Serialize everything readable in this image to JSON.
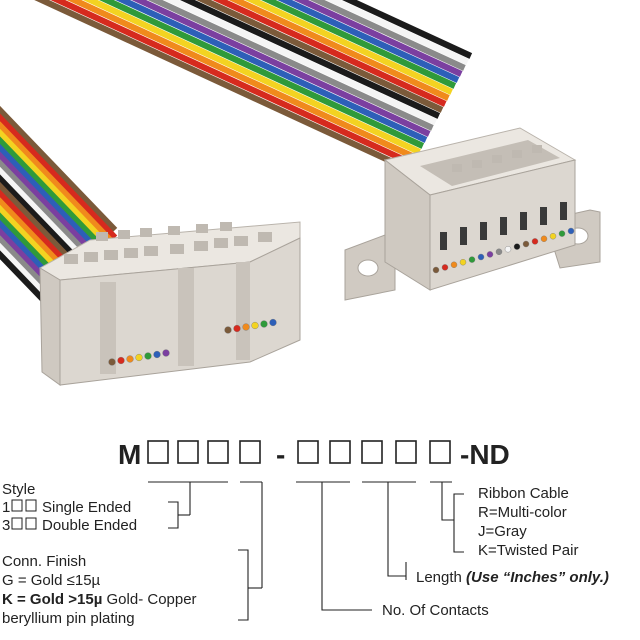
{
  "part_number": {
    "prefix": "M",
    "dash1": "-",
    "suffix": "-ND"
  },
  "style": {
    "heading": "Style",
    "opt1_code": "1",
    "opt1_label": "Single Ended",
    "opt2_code": "3",
    "opt2_label": "Double Ended"
  },
  "conn_finish": {
    "heading": "Conn. Finish",
    "opt_g": "G = Gold ≤15µ",
    "opt_k_bold": "K = Gold >15µ",
    "opt_k_rest": " Gold- Copper",
    "opt_k_line2": "beryllium pin plating"
  },
  "contacts": {
    "label": "No. Of Contacts"
  },
  "length": {
    "label": "Length ",
    "note": "(Use “Inches” only.)"
  },
  "ribbon": {
    "heading": "Ribbon Cable",
    "opt_r": "R=Multi-color",
    "opt_j": "J=Gray",
    "opt_k": "K=Twisted Pair"
  },
  "colors": {
    "connector": "#dcd7d0",
    "wires": [
      "#7b5a3a",
      "#d62a1e",
      "#f08a1c",
      "#f3d321",
      "#2f9a3a",
      "#2d5fb8",
      "#7b3fa0",
      "#8a8a8a",
      "#f5f5f5",
      "#1b1b1b"
    ]
  }
}
